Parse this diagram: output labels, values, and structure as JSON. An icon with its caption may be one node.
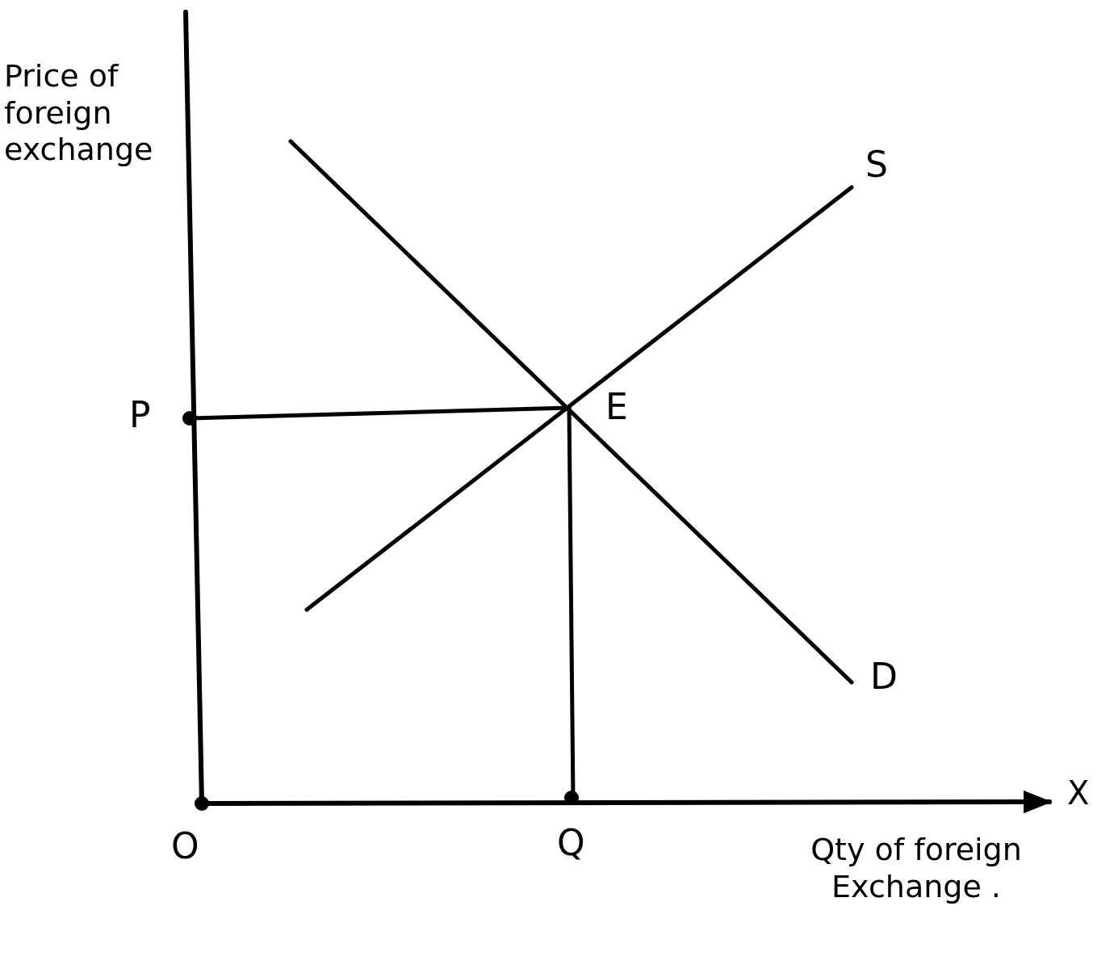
{
  "diagram": {
    "labels": [
      "Price of foreign exchange",
      "S",
      "P",
      "E",
      "D",
      "X",
      "O",
      "Q",
      "Qty of foreign Exchange ."
    ]
  }
}
